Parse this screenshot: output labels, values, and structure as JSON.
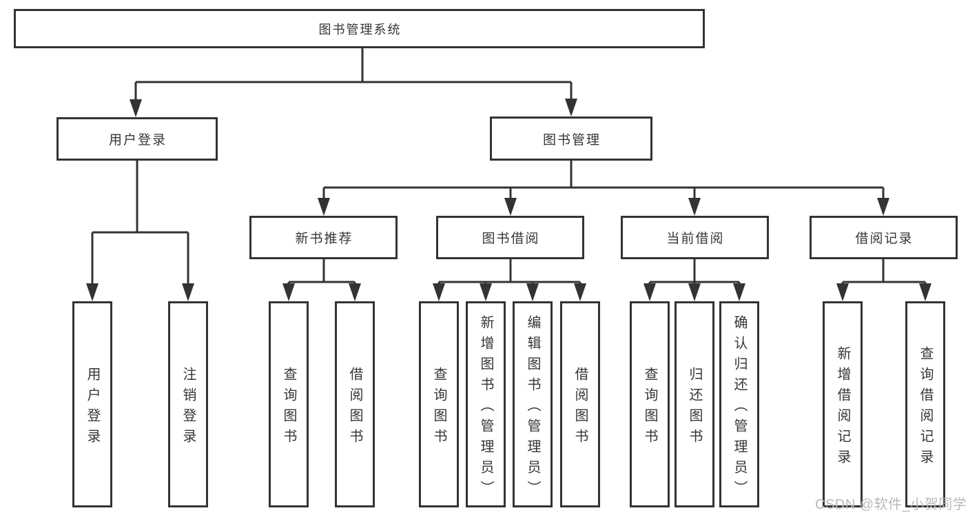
{
  "nodes": {
    "root": {
      "label": "图书管理系统"
    },
    "user_login": {
      "label": "用户登录"
    },
    "book_mgmt": {
      "label": "图书管理"
    },
    "new_book_rec": {
      "label": "新书推荐"
    },
    "book_borrow": {
      "label": "图书借阅"
    },
    "current_borrow": {
      "label": "当前借阅"
    },
    "borrow_records": {
      "label": "借阅记录"
    },
    "leaves": {
      "user_login_leaf": {
        "label": "用户登录"
      },
      "logout": {
        "label": "注销登录"
      },
      "rec_query_books": {
        "label": "查询图书"
      },
      "rec_borrow_books": {
        "label": "借阅图书"
      },
      "bb_query_books": {
        "label": "查询图书"
      },
      "bb_add_books": {
        "label": "新增图书（管理员）"
      },
      "bb_edit_books": {
        "label": "编辑图书（管理员）"
      },
      "bb_borrow_books": {
        "label": "借阅图书"
      },
      "cb_query_books": {
        "label": "查询图书"
      },
      "cb_return_books": {
        "label": "归还图书"
      },
      "cb_confirm_return": {
        "label": "确认归还（管理员）"
      },
      "br_add_record": {
        "label": "新增借阅记录"
      },
      "br_query_record": {
        "label": "查询借阅记录"
      }
    }
  },
  "watermark": {
    "text": "CSDN @软件_小贺同学"
  },
  "colors": {
    "line": "#333333",
    "border": "#333333",
    "text": "#363636",
    "watermark": "#b9b9b9",
    "background": "#ffffff"
  }
}
